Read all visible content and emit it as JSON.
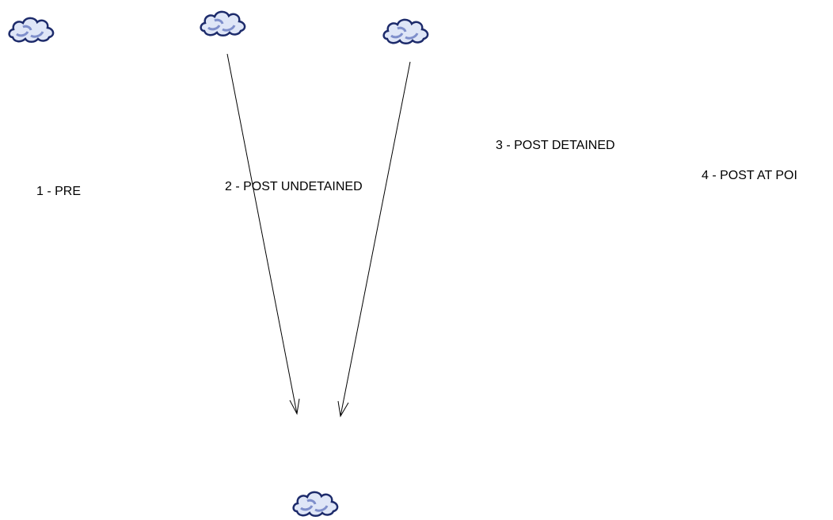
{
  "stages": [
    {
      "label": "1 - PRE"
    },
    {
      "label": "2 - POST UNDETAINED"
    },
    {
      "label": "3 - POST DETAINED"
    },
    {
      "label": "4 - POST AT POI"
    }
  ],
  "icons": {
    "cloud": "cloud-icon"
  },
  "colors": {
    "cloud_fill": "#dfe6f7",
    "cloud_shade": "#7f8fcb",
    "cloud_outline": "#1d2b6b",
    "arrow": "#000000"
  }
}
